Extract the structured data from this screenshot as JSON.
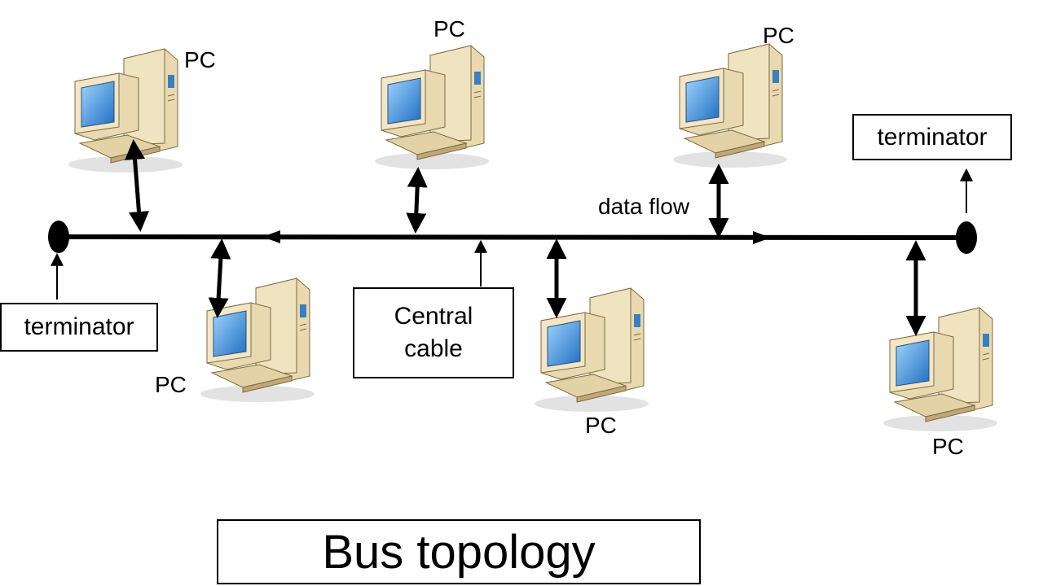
{
  "title": "Bus topology",
  "labels": {
    "pc": "PC",
    "terminator": "terminator",
    "central_cable_line1": "Central",
    "central_cable_line2": "cable",
    "data_flow": "data flow"
  },
  "colors": {
    "cable": "#000000",
    "pc_case": "#e8d9b0",
    "pc_case_shadow": "#bfa877",
    "screen": "#3a8fd8",
    "screen_frame": "#d9c89c"
  }
}
